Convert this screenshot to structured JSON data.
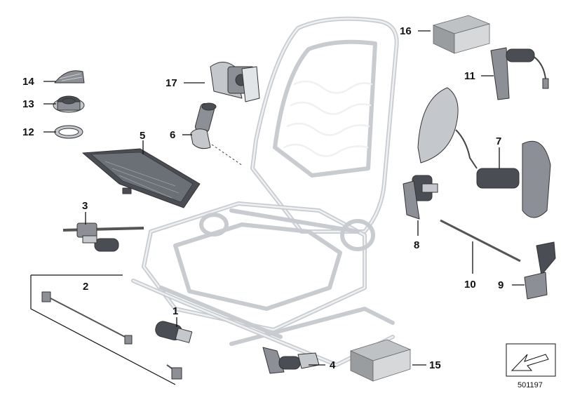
{
  "callouts": {
    "p1": "1",
    "p2": "2",
    "p3": "3",
    "p4": "4",
    "p5": "5",
    "p6": "6",
    "p7": "7",
    "p8": "8",
    "p9": "9",
    "p10": "10",
    "p11": "11",
    "p12": "12",
    "p13": "13",
    "p14": "14",
    "p15": "15",
    "p16": "16",
    "p17": "17"
  },
  "diagram_number": "501197"
}
